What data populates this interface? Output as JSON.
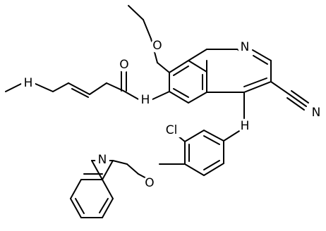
{
  "structure": {
    "atoms": {
      "n_methyl": "H",
      "n_amide": "H",
      "o_carbonyl": "O",
      "o_ethoxy": "O",
      "n_quinoline": "N",
      "n_nitrile": "N",
      "n_aniline": "H",
      "cl": "Cl",
      "o_ether": "O",
      "n_pyridine": "N"
    }
  },
  "colors": {
    "bond": "#000000",
    "background": "#ffffff"
  }
}
